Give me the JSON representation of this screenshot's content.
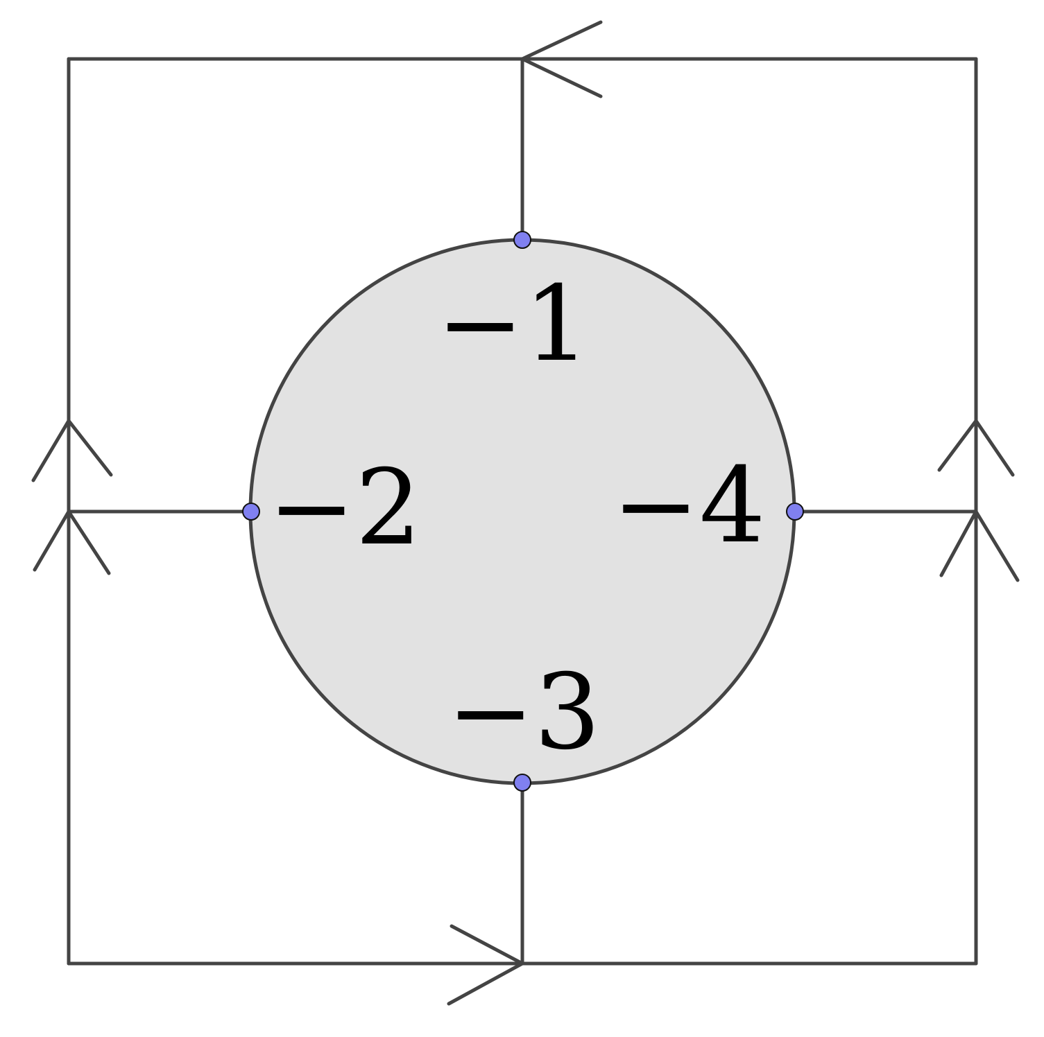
{
  "colors": {
    "line": "#444444",
    "disk_fill": "#e2e2e2",
    "vertex_fill": "#8080f0",
    "vertex_stroke": "#111111",
    "label": "#000000"
  },
  "labels": {
    "top": "−1",
    "left": "−2",
    "bottom": "−3",
    "right": "−4"
  }
}
